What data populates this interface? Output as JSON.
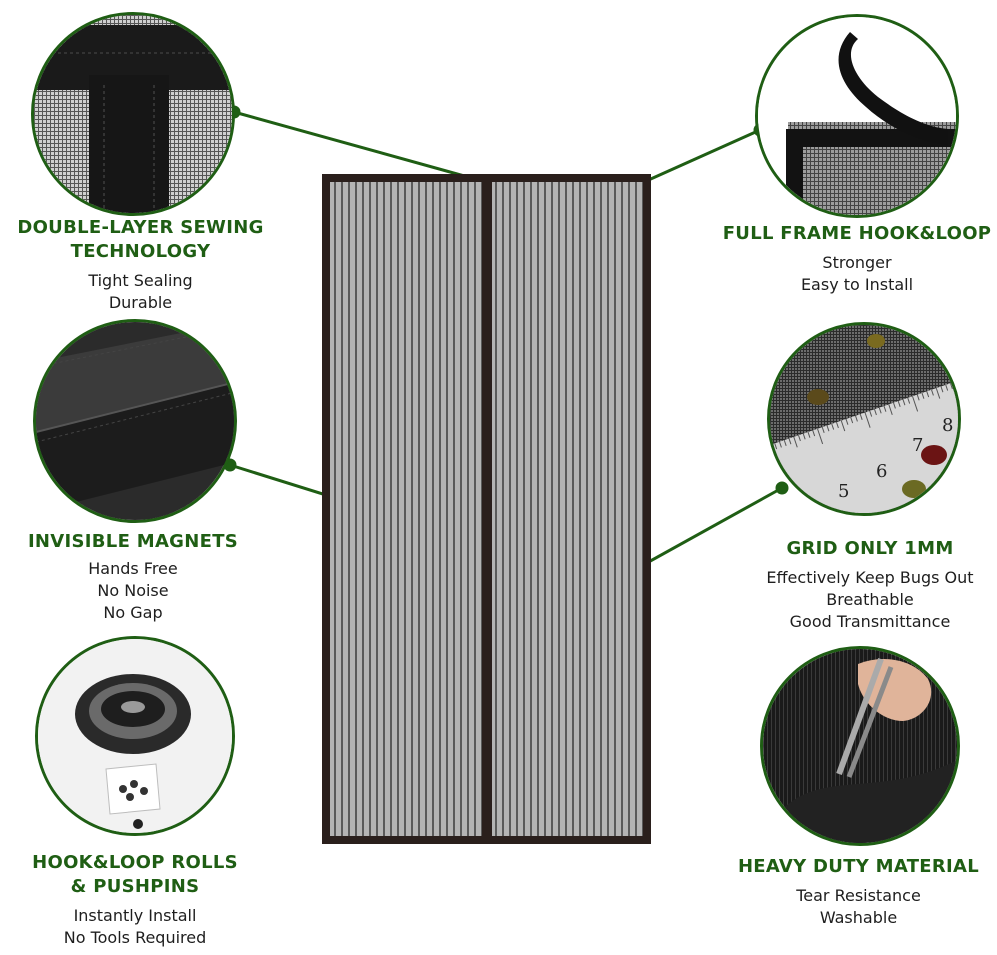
{
  "colors": {
    "accent_green": "#1f5e14",
    "frame": "#2a1f1c",
    "mesh": "#a9a9a9"
  },
  "features": {
    "double_layer": {
      "title": [
        "DOUBLE-LAYER SEWING",
        "TECHNOLOGY"
      ],
      "lines": [
        "Tight Sealing",
        "Durable"
      ]
    },
    "full_frame": {
      "title": [
        "FULL FRAME HOOK&LOOP"
      ],
      "lines": [
        "Stronger",
        "Easy to Install"
      ]
    },
    "magnets": {
      "title": [
        "INVISIBLE MAGNETS"
      ],
      "lines": [
        "Hands Free",
        "No Noise",
        "No Gap"
      ]
    },
    "grid": {
      "title": [
        "GRID ONLY 1MM"
      ],
      "lines": [
        "Effectively Keep Bugs Out",
        "Breathable",
        "Good Transmittance"
      ]
    },
    "rolls": {
      "title": [
        "HOOK&LOOP ROLLS",
        "& PUSHPINS"
      ],
      "lines": [
        "Instantly Install",
        "No Tools Required"
      ]
    },
    "heavy": {
      "title": [
        "HEAVY DUTY MATERIAL"
      ],
      "lines": [
        "Tear Resistance",
        "Washable"
      ]
    }
  },
  "ruler_numbers": [
    "5",
    "6",
    "7",
    "8"
  ],
  "images": {
    "center": "magnetic-screen-door-icon",
    "c1": "sewn-edge-closeup-icon",
    "c2": "velcro-frame-corner-icon",
    "c3": "magnet-strip-closeup-icon",
    "c4": "mesh-with-ruler-and-beans-icon",
    "c5": "tape-roll-and-pins-icon",
    "c6": "pliers-on-mesh-icon"
  }
}
